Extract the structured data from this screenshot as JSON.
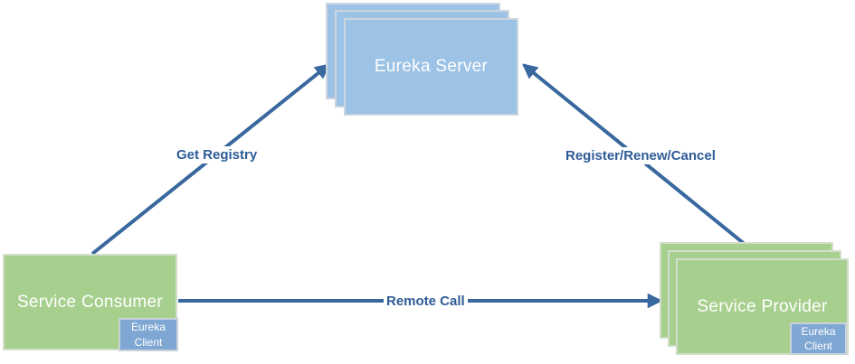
{
  "diagram_name": "eureka-service-discovery-architecture",
  "nodes": {
    "server": {
      "label": "Eureka Server",
      "stacked": true
    },
    "consumer": {
      "label": "Service Consumer",
      "client_label": "Eureka Client",
      "stacked": false
    },
    "provider": {
      "label": "Service Provider",
      "client_label": "Eureka Client",
      "stacked": true
    }
  },
  "edges": {
    "get_registry": {
      "label": "Get Registry",
      "from": "Service Consumer",
      "to": "Eureka Server"
    },
    "register_renew_cancel": {
      "label": "Register/Renew/Cancel",
      "from": "Service Provider",
      "to": "Eureka Server"
    },
    "remote_call": {
      "label": "Remote Call",
      "from": "Service Consumer",
      "to": "Service Provider"
    }
  },
  "colors": {
    "box_blue": "#9cc2e5",
    "box_blue_border": "#ccd5de",
    "box_green": "#a7cf8e",
    "box_green_border": "#d2decb",
    "client_blue": "#7fa7d3",
    "client_blue_border": "#c9d1d9",
    "arrow": "#38689e",
    "edge_label": "#2d5b96",
    "node_text": "#ffffff",
    "canvas_bg": "#ffffff"
  }
}
